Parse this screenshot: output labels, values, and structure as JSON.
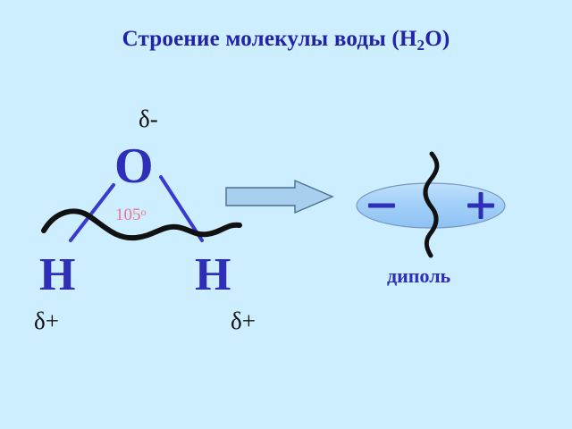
{
  "slide": {
    "background_color": "#cdeeff",
    "title": {
      "text_before": "Строение молекулы воды (H",
      "subscript": "2",
      "text_after": "O)",
      "full_text": "Строение молекулы воды (H2O)",
      "color": "#2222aa"
    }
  },
  "molecule": {
    "oxygen_symbol": "O",
    "hydrogen_left_symbol": "H",
    "hydrogen_right_symbol": "H",
    "partial_charge_oxygen": "δ-",
    "partial_charge_hydrogen_left": "δ+",
    "partial_charge_hydrogen_right": "δ+",
    "bond_angle_value": "105",
    "bond_angle_unit": "о",
    "bond_angle_full": "105о",
    "atom_color": "#2e2eb8",
    "bond_color": "#3a3ad0",
    "angle_label_color": "#f2728f",
    "charge_label_color": "#111111",
    "wave_color": "#111111"
  },
  "arrow": {
    "name": "right-block-arrow",
    "fill_color": "#a8cfee",
    "stroke_color": "#4b6f91"
  },
  "dipole": {
    "label": "диполь",
    "negative_sign": "−",
    "positive_sign": "+",
    "ellipse_fill_color": "#a9d4f7",
    "ellipse_stroke_color": "#7a93c4",
    "sign_color": "#2e2eb8",
    "divider_color": "#111111",
    "label_color": "#2e2eb8"
  }
}
